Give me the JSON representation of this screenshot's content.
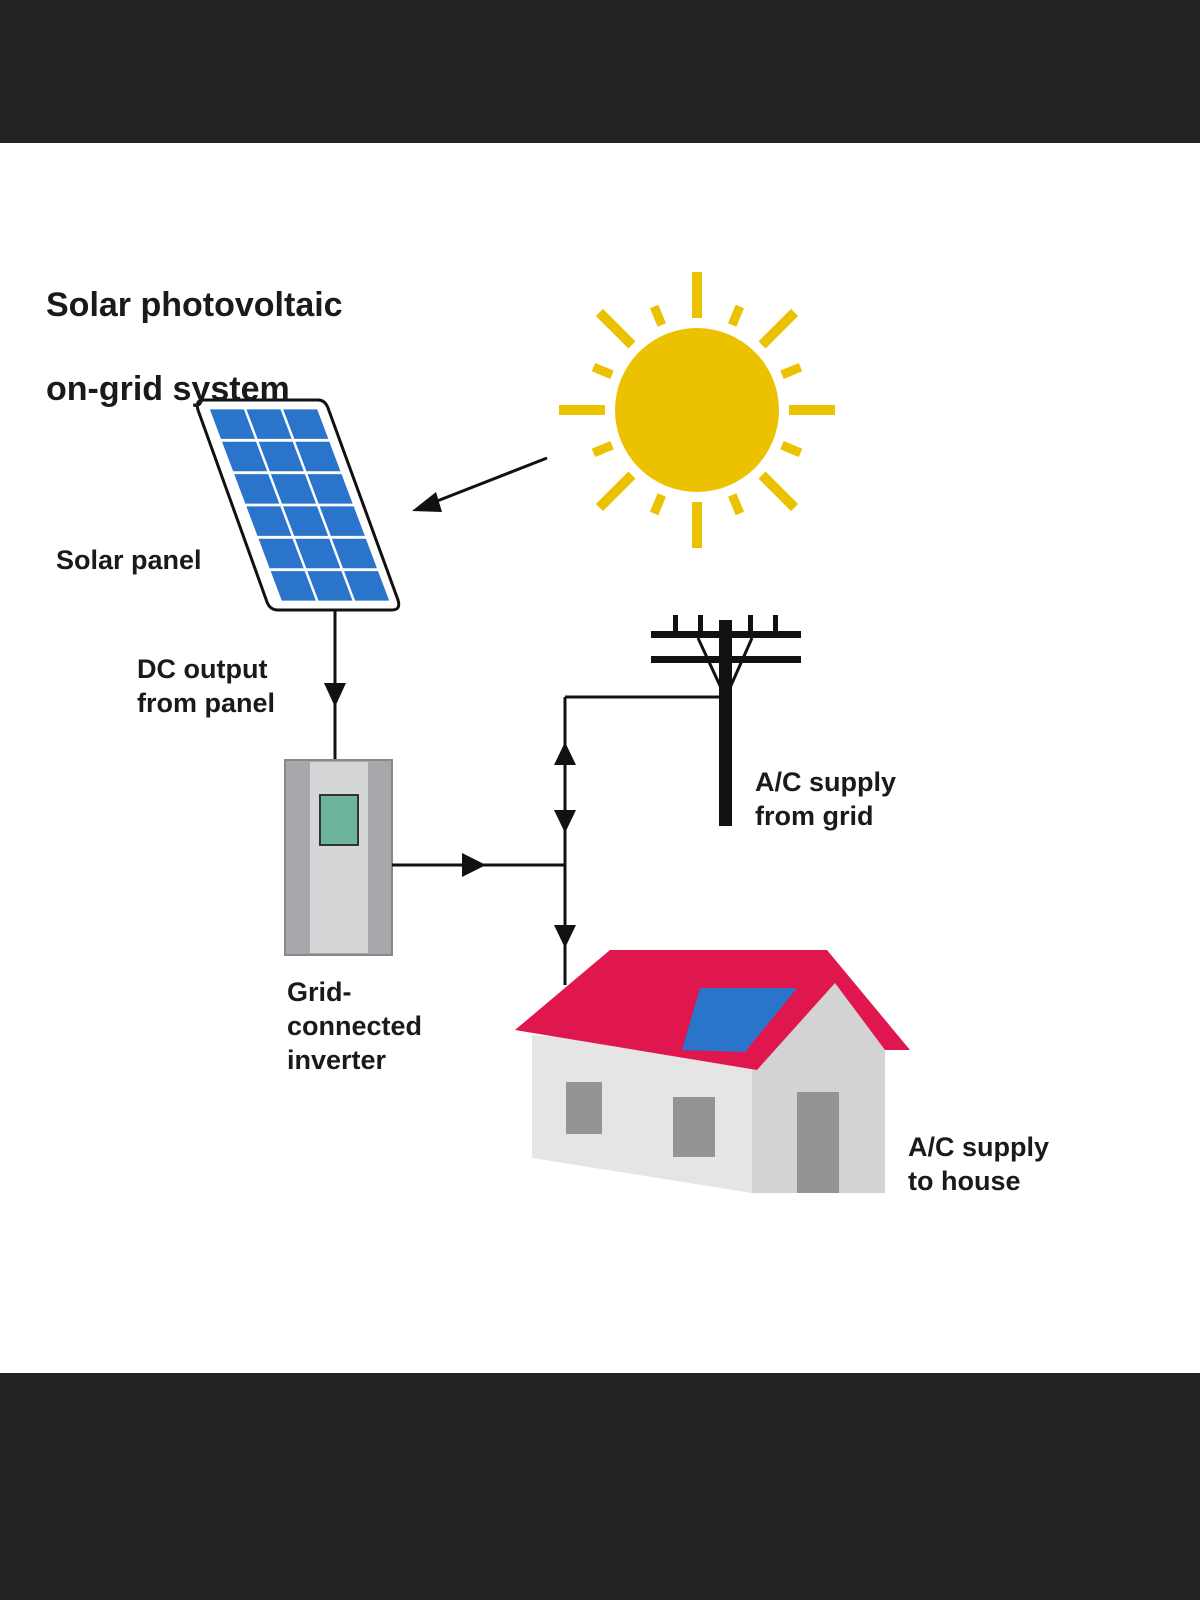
{
  "title_line1": "Solar photovoltaic",
  "title_line2": "on-grid system",
  "labels": {
    "solar_panel": "Solar panel",
    "dc_output": "DC output\nfrom panel",
    "inverter": "Grid-\nconnected\ninverter",
    "ac_grid": "A/C supply\nfrom grid",
    "ac_house": "A/C supply\nto house"
  },
  "colors": {
    "sun": "#ecc100",
    "panel_cell": "#2a74cc",
    "roof": "#e0174f",
    "inverter_screen": "#6db59a",
    "frame_bg": "#222222"
  }
}
